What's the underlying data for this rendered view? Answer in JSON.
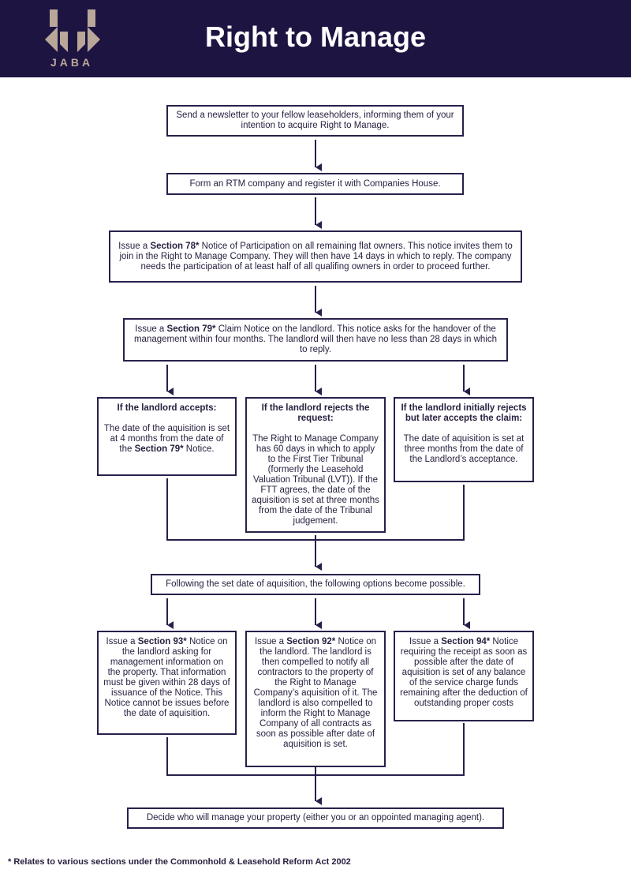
{
  "header": {
    "logo_text": "JABA",
    "title": "Right to Manage"
  },
  "steps": {
    "newsletter": "Send a newsletter to your fellow leaseholders, informing them of your intention to acquire Right to Manage.",
    "form_company": "Form an RTM company and register it with Companies House.",
    "s78_pre": "Issue a ",
    "s78_label": "Section 78*",
    "s78_post": " Notice of Participation on all remaining flat owners. This notice invites them to join in the Right to Manage Company. They will then have 14 days in which to reply. The company needs the participation of at least half of all qualifing owners in order to proceed further.",
    "s79_pre": "Issue a ",
    "s79_label": "Section 79*",
    "s79_post": " Claim Notice on the landlord. This notice asks for the handover of the management within four months. The landlord will then have no less than 28 days in which to reply.",
    "following": "Following the set date of aquisition, the following options become possible.",
    "decide": "Decide who will manage your property (either you or an oppointed managing agent)."
  },
  "outcomes": {
    "accepts_heading": "If the landlord accepts:",
    "accepts_pre": "The date of the aquisition is set at 4 months from the date of the ",
    "accepts_label": "Section 79*",
    "accepts_post": " Notice.",
    "rejects_heading": "If the landlord rejects the request:",
    "rejects_body": "The Right to Manage Company has 60 days in which to apply to the First Tier Tribunal (formerly the Leasehold Valuation Tribunal (LVT)). If the FTT agrees, the date of the aquisition is set at three months from the date of the Tribunal judgement.",
    "later_heading": "If the landlord initially rejects but later accepts the claim:",
    "later_body": "The date of aquisition is set at three months from the date of the Landlord’s acceptance."
  },
  "options": {
    "s93_pre": "Issue a ",
    "s93_label": "Section 93*",
    "s93_post": " Notice on the landlord asking for management information on the property. That information must be given within 28 days of issuance of the Notice. This Notice cannot be issues before the date of aquisition.",
    "s92_pre": "Issue a ",
    "s92_label": "Section 92*",
    "s92_post": " Notice on the landlord. The landlord is then compelled to notify all contractors to the property of the Right to Manage Company’s aquisition of it. The landlord is also compelled to inform the Right to Manage Company of all contracts as soon as possible after date of aquisition is set.",
    "s94_pre": "Issue a ",
    "s94_label": "Section 94*",
    "s94_post": " Notice requiring the receipt as soon as possible after the date of aquisition is set of any balance of the service charge funds remaining after the deduction of outstanding proper costs"
  },
  "footnote": "*  Relates to various sections under the Commonhold & Leasehold Reform Act 2002",
  "colors": {
    "header_bg": "#1e1442",
    "logo": "#b9a79a",
    "line": "#2a1f4a"
  }
}
